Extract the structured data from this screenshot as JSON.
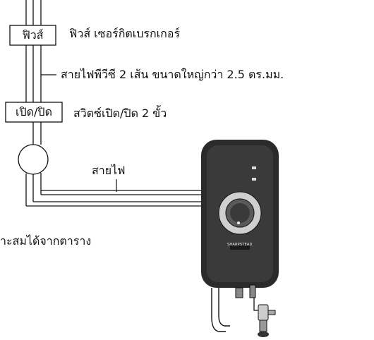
{
  "fuse": {
    "box_label": "ฟิวส์",
    "description": "ฟิวส์ เซอร์กิตเบรกเกอร์"
  },
  "cable": {
    "description": "สายไฟพีวีซี 2 เส้น ขนาดใหญ่กว่า 2.5 ตร.มม."
  },
  "switch": {
    "box_label": "เปิด/ปิด",
    "description": "สวิตซ์เปิด/ปิด 2 ขั้ว"
  },
  "wire": {
    "label": "สายไฟ"
  },
  "meter": {
    "description": "าะสมได้จากตาราง"
  },
  "heater": {
    "brand": "SHARPSTEAD"
  },
  "colors": {
    "line": "#111111",
    "heater_body": "#2b2b2b",
    "background": "#ffffff"
  }
}
